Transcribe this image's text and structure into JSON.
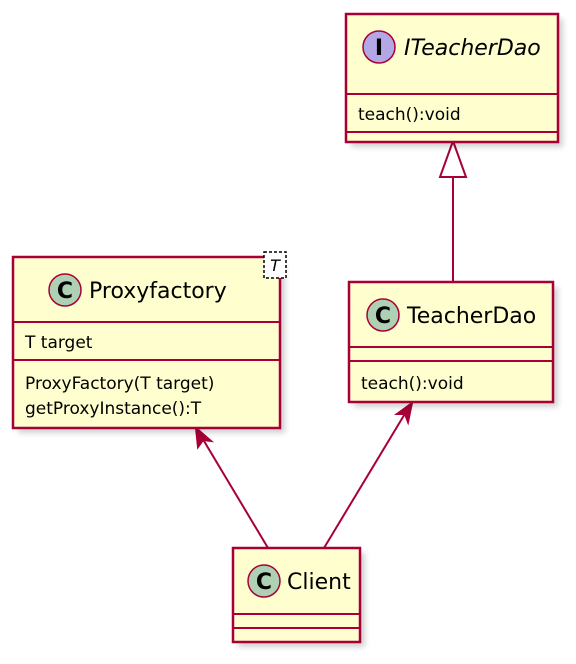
{
  "classes": {
    "iteacherdao": {
      "stereotype_letter": "I",
      "name": "ITeacherDao",
      "methods": [
        "teach():void"
      ]
    },
    "proxyfactory": {
      "stereotype_letter": "C",
      "name": "Proxyfactory",
      "type_param": "T",
      "fields": [
        "T target"
      ],
      "methods": [
        "ProxyFactory(T target)",
        "getProxyInstance():T"
      ]
    },
    "teacherdao": {
      "stereotype_letter": "C",
      "name": "TeacherDao",
      "methods": [
        "teach():void"
      ]
    },
    "client": {
      "stereotype_letter": "C",
      "name": "Client"
    }
  },
  "colors": {
    "box_fill": "#FEFECE",
    "border": "#A80036",
    "class_badge": "#ADD1B2",
    "interface_badge": "#B4A7E5"
  }
}
